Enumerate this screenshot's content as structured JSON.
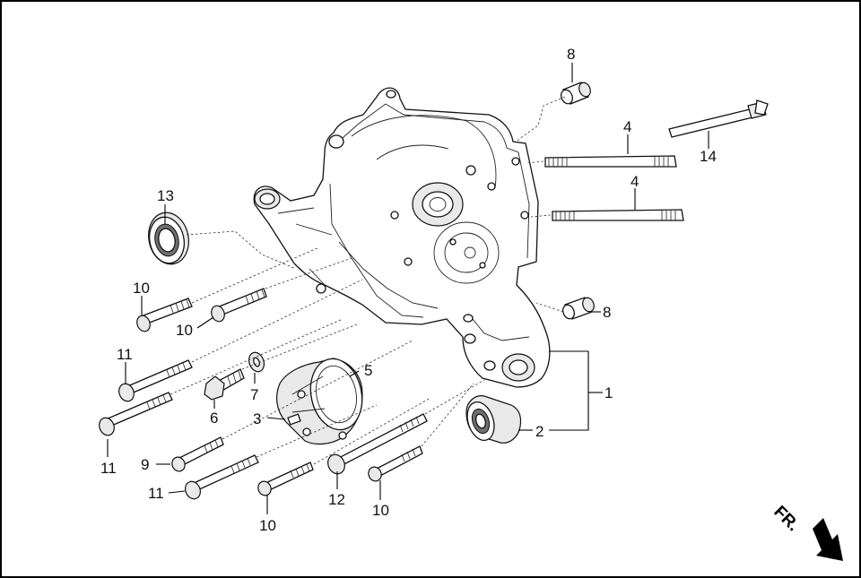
{
  "callouts": [
    {
      "id": "c1",
      "text": "1"
    },
    {
      "id": "c2",
      "text": "2"
    },
    {
      "id": "c3",
      "text": "3"
    },
    {
      "id": "c4a",
      "text": "4"
    },
    {
      "id": "c4b",
      "text": "4"
    },
    {
      "id": "c5",
      "text": "5"
    },
    {
      "id": "c6",
      "text": "6"
    },
    {
      "id": "c7",
      "text": "7"
    },
    {
      "id": "c8a",
      "text": "8"
    },
    {
      "id": "c8b",
      "text": "8"
    },
    {
      "id": "c9",
      "text": "9"
    },
    {
      "id": "c10a",
      "text": "10"
    },
    {
      "id": "c10b",
      "text": "10"
    },
    {
      "id": "c10c",
      "text": "10"
    },
    {
      "id": "c10d",
      "text": "10"
    },
    {
      "id": "c11a",
      "text": "11"
    },
    {
      "id": "c11b",
      "text": "11"
    },
    {
      "id": "c11c",
      "text": "11"
    },
    {
      "id": "c12",
      "text": "12"
    },
    {
      "id": "c13",
      "text": "13"
    },
    {
      "id": "c14",
      "text": "14"
    }
  ],
  "orientation": {
    "label": "FR.",
    "icon": "arrow-down-right-icon"
  }
}
